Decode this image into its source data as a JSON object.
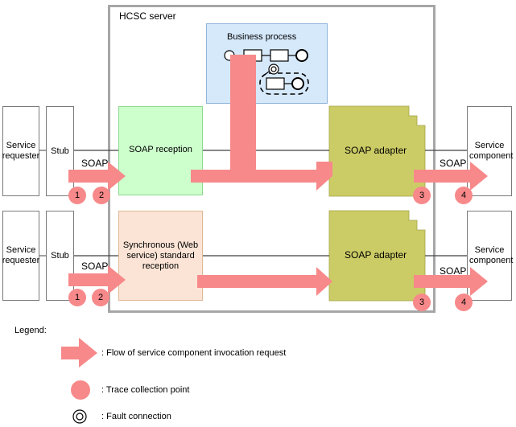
{
  "server": {
    "title": "HCSC server"
  },
  "business_process": {
    "title": "Business process"
  },
  "rows": [
    {
      "requester": "Service requester",
      "stub": "Stub",
      "protocol_in": "SOAP",
      "reception": "SOAP reception",
      "adapter": "SOAP adapter",
      "protocol_out": "SOAP",
      "component": "Service component",
      "points": [
        "1",
        "2",
        "3",
        "4"
      ]
    },
    {
      "requester": "Service requester",
      "stub": "Stub",
      "protocol_in": "SOAP",
      "reception": "Synchronous (Web service) standard reception",
      "adapter": "SOAP adapter",
      "protocol_out": "SOAP",
      "component": "Service component",
      "points": [
        "1",
        "2",
        "3",
        "4"
      ]
    }
  ],
  "legend": {
    "title": "Legend:",
    "items": [
      {
        "icon": "arrow-icon",
        "text": ": Flow of service component invocation request"
      },
      {
        "icon": "circle-icon",
        "text": ": Trace collection point"
      },
      {
        "icon": "fault-connection-icon",
        "text": ": Fault connection"
      }
    ]
  },
  "colors": {
    "arrow": "#f7898a",
    "reception_soap": "#ccffcc",
    "reception_sync": "#fbe4d5",
    "adapter": "#cccc66",
    "business_process": "#d6e9fb",
    "server_border": "#a6a6a6"
  }
}
